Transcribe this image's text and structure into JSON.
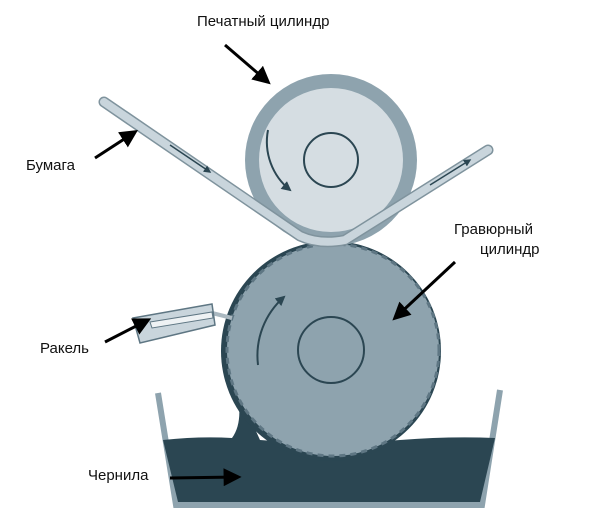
{
  "labels": {
    "impression_cylinder": "Печатный цилиндр",
    "paper": "Бумага",
    "gravure_cylinder_line1": "Гравюрный",
    "gravure_cylinder_line2": "цилиндр",
    "doctor_blade": "Ракель",
    "ink": "Чернила"
  },
  "colors": {
    "ink": "#2b4652",
    "gravure": "#8ea3ae",
    "impression_ring": "#8ea3ae",
    "impression_face": "#d5dde2",
    "paper": "#c9d5dc",
    "tray": "#8ea3ae"
  }
}
